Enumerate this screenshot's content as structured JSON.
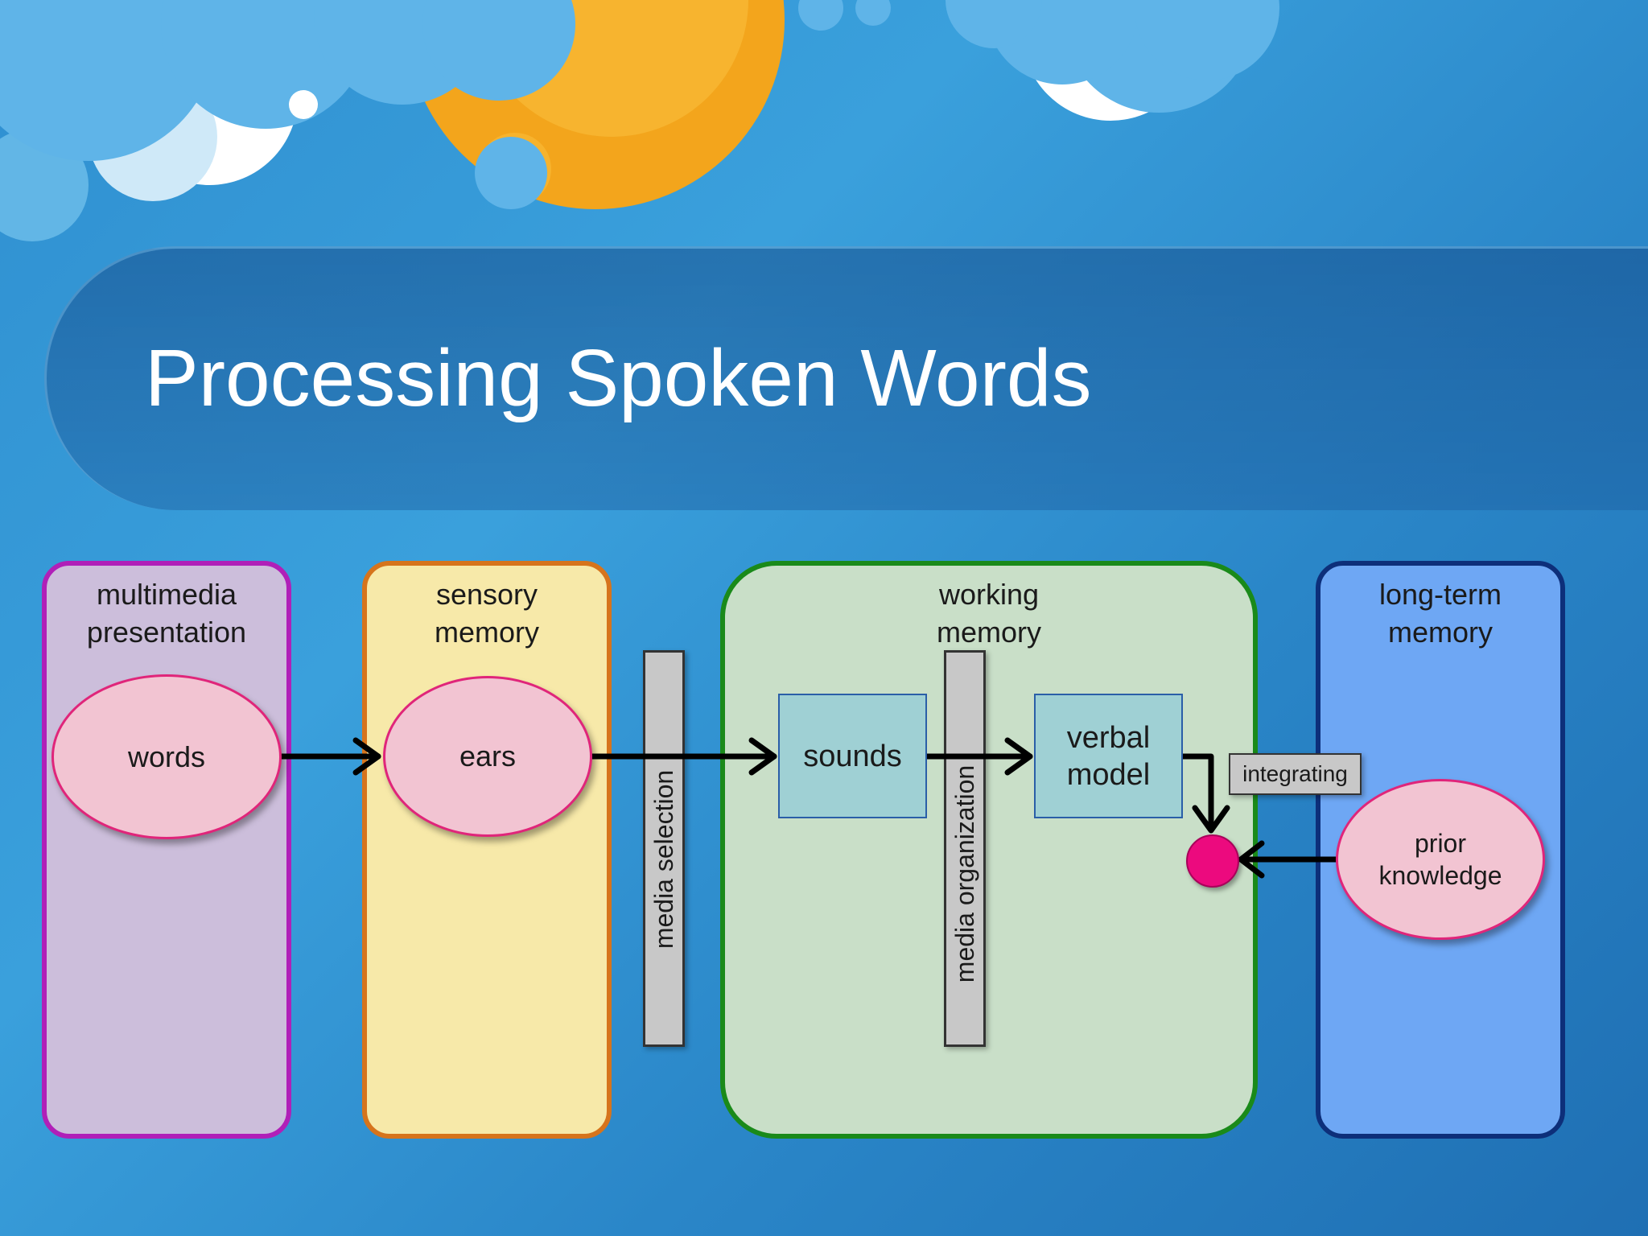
{
  "slide": {
    "title": "Processing Spoken Words"
  },
  "diagram": {
    "panels": {
      "multimedia": {
        "label": "multimedia\npresentation"
      },
      "sensory": {
        "label": "sensory\nmemory"
      },
      "working": {
        "label": "working\nmemory"
      },
      "longterm": {
        "label": "long-term\nmemory"
      }
    },
    "nodes": {
      "words": "words",
      "ears": "ears",
      "sounds": "sounds",
      "verbal_model": "verbal\nmodel",
      "prior_knowledge": "prior\nknowledge"
    },
    "processes": {
      "media_selection": "media selection",
      "media_organization": "media organization",
      "integrating": "integrating"
    }
  },
  "colors": {
    "background": "#3aa0dc",
    "multimedia_fill": "#ccbedb",
    "multimedia_border": "#b020b8",
    "sensory_fill": "#f7e9a9",
    "sensory_border": "#d6741c",
    "working_fill": "#c9dfc8",
    "working_border": "#1a8a1a",
    "longterm_fill": "#6ea7f4",
    "longterm_border": "#0d2f7a",
    "oval_fill": "#f2c4d2",
    "oval_border": "#e0257a",
    "box_fill": "#9fd0d4",
    "integration_dot": "#ec0a7e"
  }
}
